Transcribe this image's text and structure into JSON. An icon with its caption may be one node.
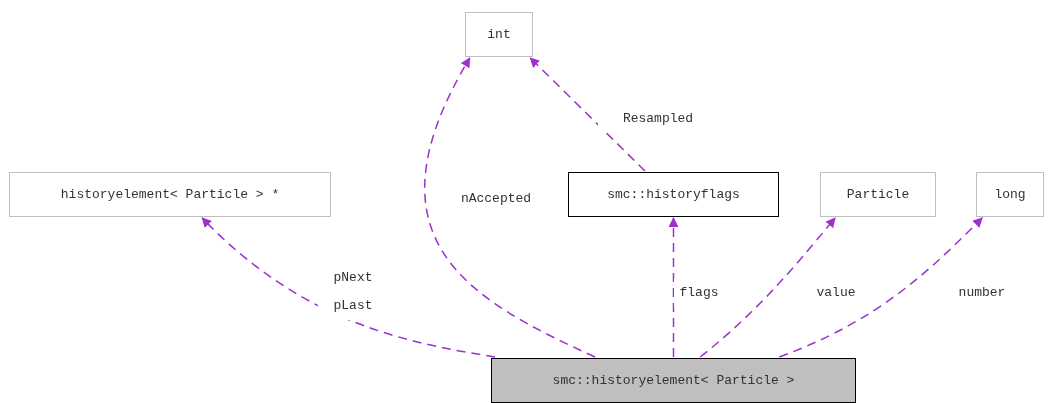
{
  "diagram": {
    "nodes": [
      {
        "text": [
          "int"
        ]
      },
      {
        "text": [
          "historyelement< Particle > *"
        ]
      },
      {
        "text": [
          "smc::historyflags"
        ]
      },
      {
        "text": [
          "Particle"
        ]
      },
      {
        "text": [
          "long"
        ]
      },
      {
        "text": [
          "smc::historyelement< Particle >"
        ]
      }
    ],
    "edges": [
      {
        "from": 5,
        "to": 1,
        "arrow": "to",
        "label": "pNext pLast",
        "style": "dashed"
      },
      {
        "from": 5,
        "to": 0,
        "arrow": "to",
        "label": "nAccepted",
        "style": "dashed"
      },
      {
        "from": 2,
        "to": 0,
        "arrow": "to",
        "label": "Resampled",
        "style": "dashed"
      },
      {
        "from": 5,
        "to": 2,
        "arrow": "to",
        "label": "flags",
        "style": "dashed"
      },
      {
        "from": 5,
        "to": 3,
        "arrow": "to",
        "label": "value",
        "style": "dashed"
      },
      {
        "from": 5,
        "to": 4,
        "arrow": "to",
        "label": "number",
        "style": "dashed"
      }
    ]
  }
}
